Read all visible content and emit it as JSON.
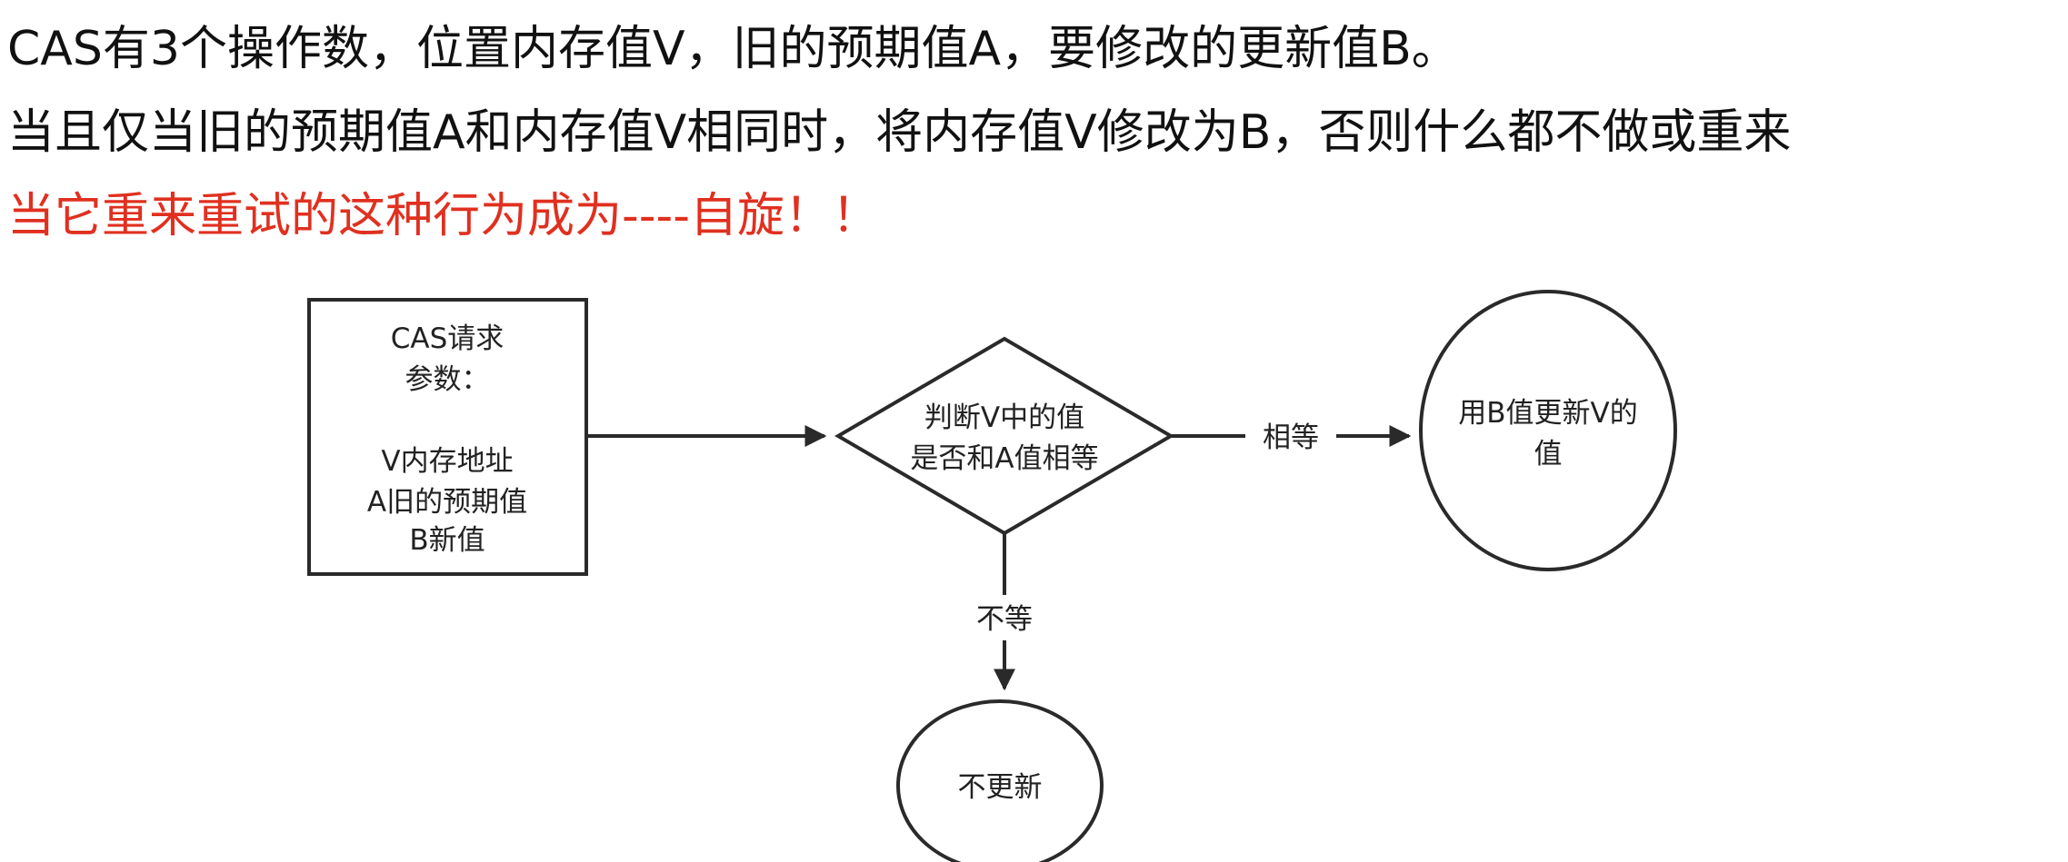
{
  "paragraph": {
    "line1": "CAS有3个操作数，位置内存值V，旧的预期值A，要修改的更新值B。",
    "line2": "当且仅当旧的预期值A和内存值V相同时，将内存值V修改为B，否则什么都不做或重来",
    "line3": "当它重来重试的这种行为成为----自旋！！"
  },
  "colors": {
    "text": "#111111",
    "highlight": "#e03020",
    "stroke": "#2a2a2a"
  },
  "diagram": {
    "request_box": {
      "lines": [
        "CAS请求",
        "参数：",
        "",
        "V内存地址",
        "A旧的预期值",
        "B新值"
      ]
    },
    "decision": {
      "lines": [
        "判断V中的值",
        "是否和A值相等"
      ]
    },
    "update_node": {
      "lines": [
        "用B值更新V的",
        "值"
      ]
    },
    "no_update_node": {
      "lines": [
        "不更新"
      ]
    },
    "edge_equal_label": "相等",
    "edge_not_equal_label": "不等"
  }
}
